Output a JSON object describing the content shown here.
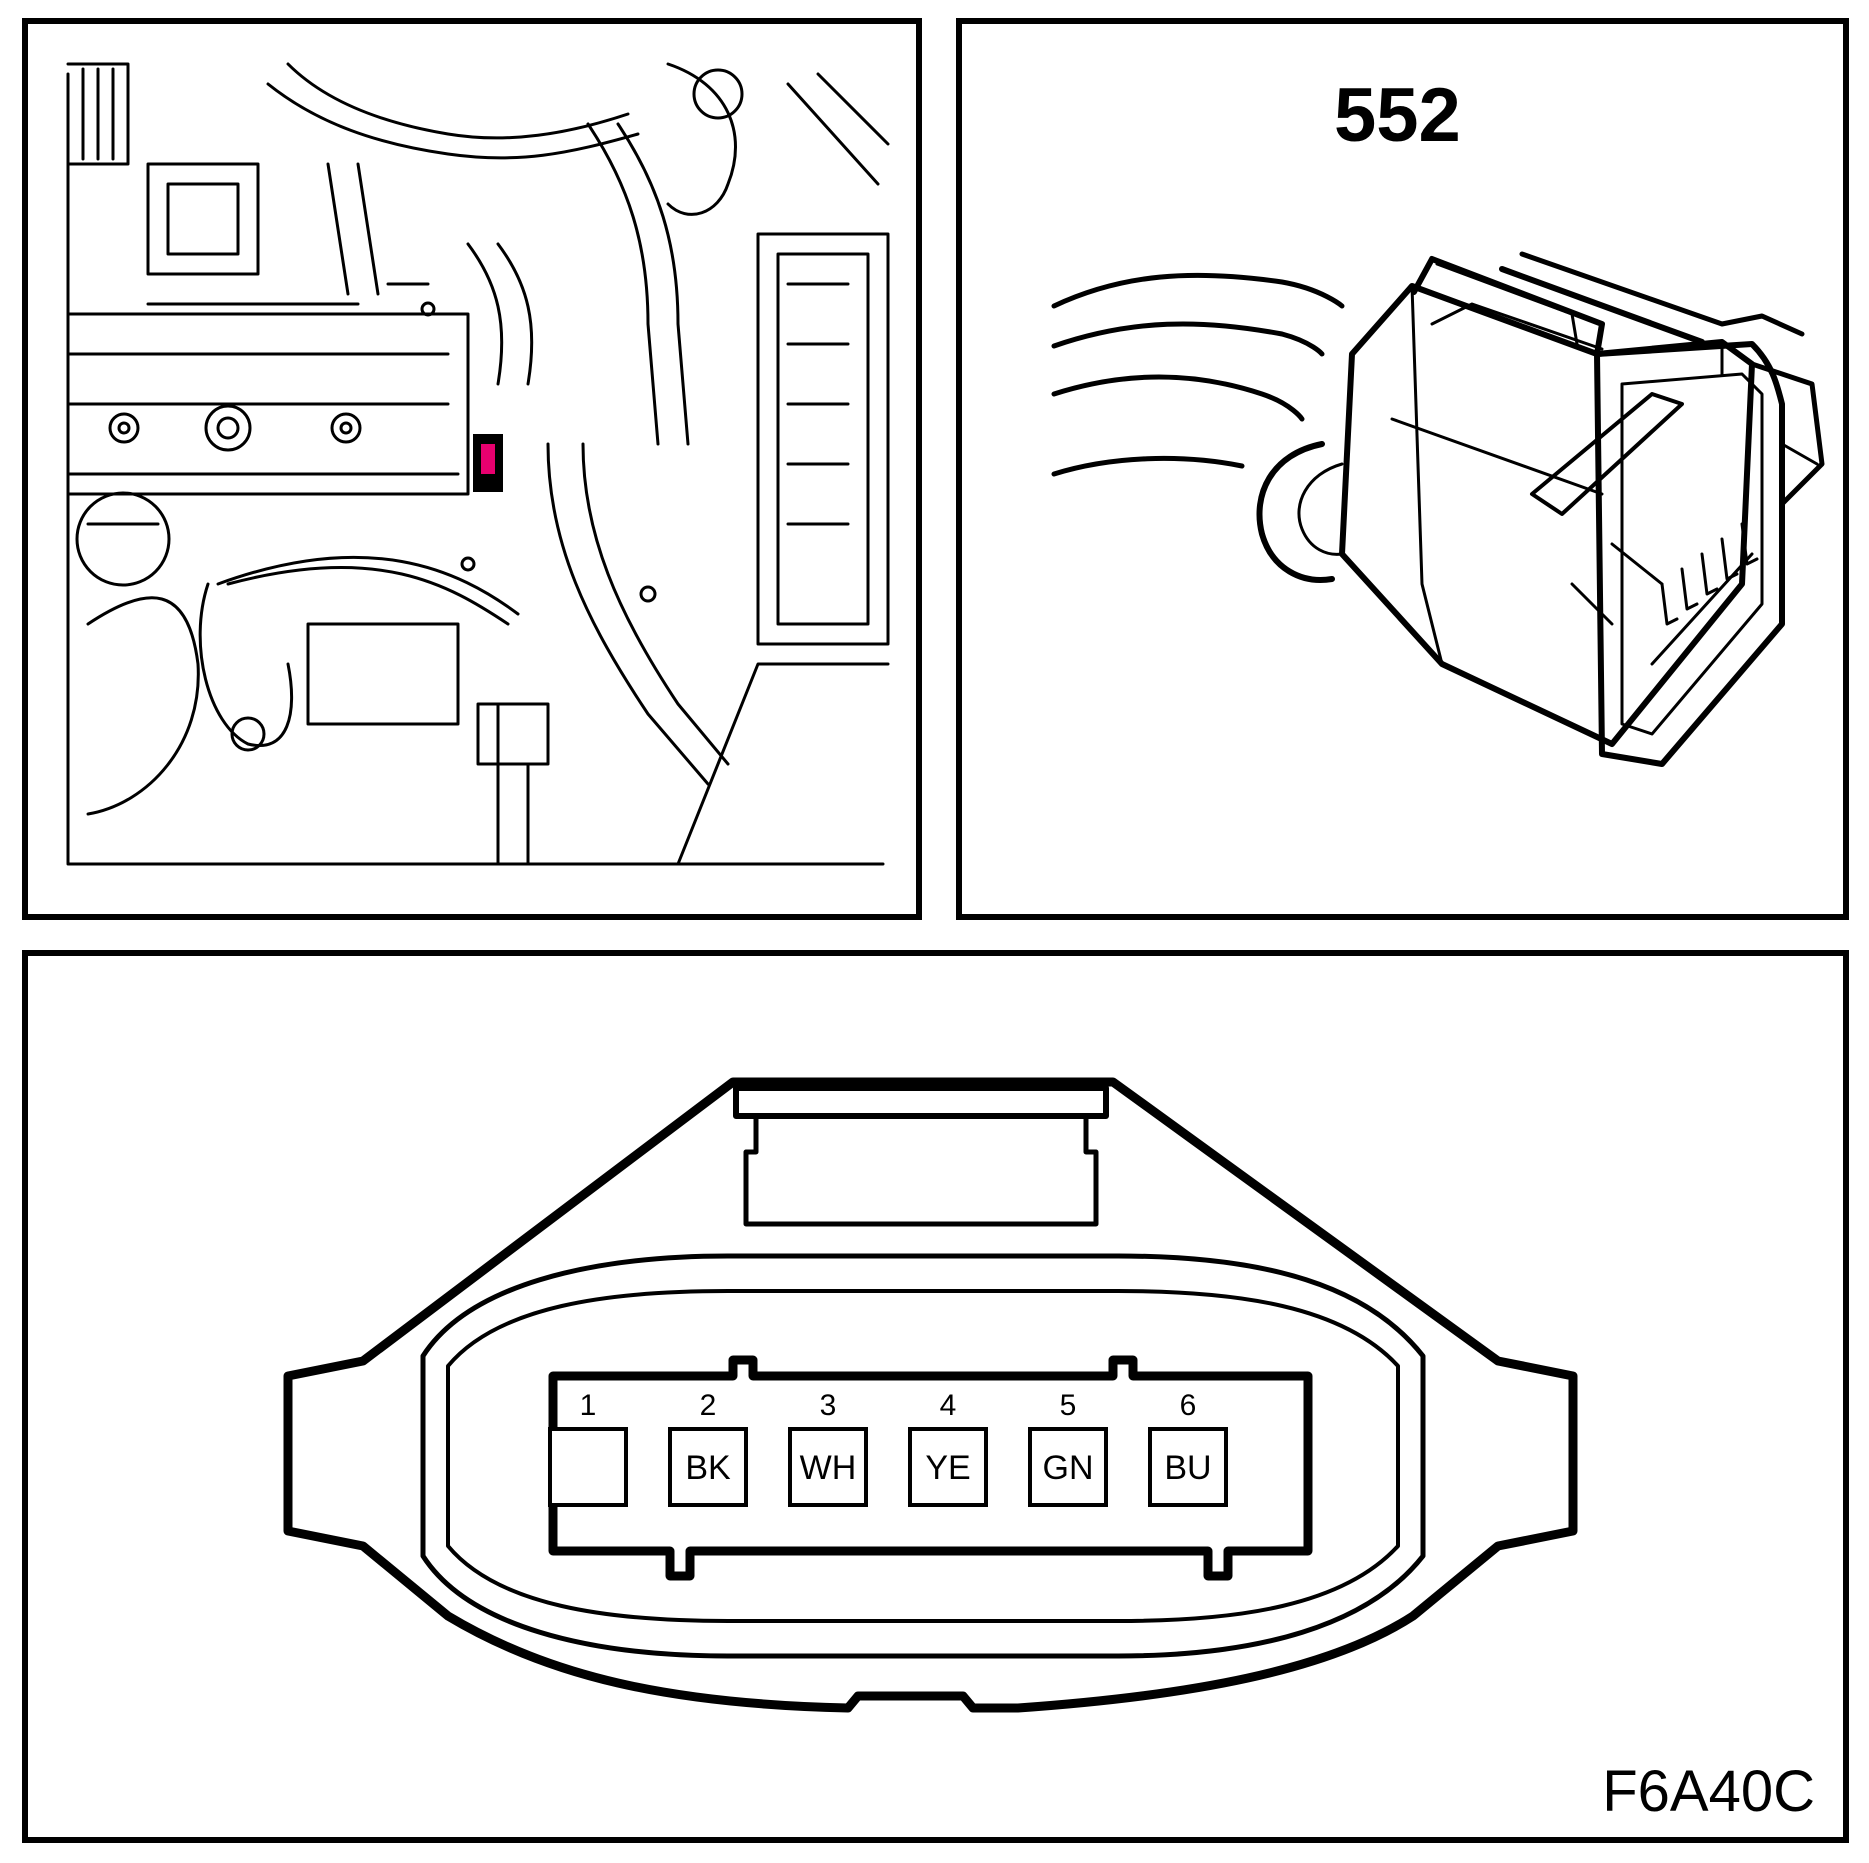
{
  "connector": {
    "code": "552",
    "highlight_color": "#e8006f"
  },
  "pins": [
    {
      "number": "1",
      "color": ""
    },
    {
      "number": "2",
      "color": "BK"
    },
    {
      "number": "3",
      "color": "WH"
    },
    {
      "number": "4",
      "color": "YE"
    },
    {
      "number": "5",
      "color": "GN"
    },
    {
      "number": "6",
      "color": "BU"
    }
  ],
  "figure_id": "F6A40C"
}
